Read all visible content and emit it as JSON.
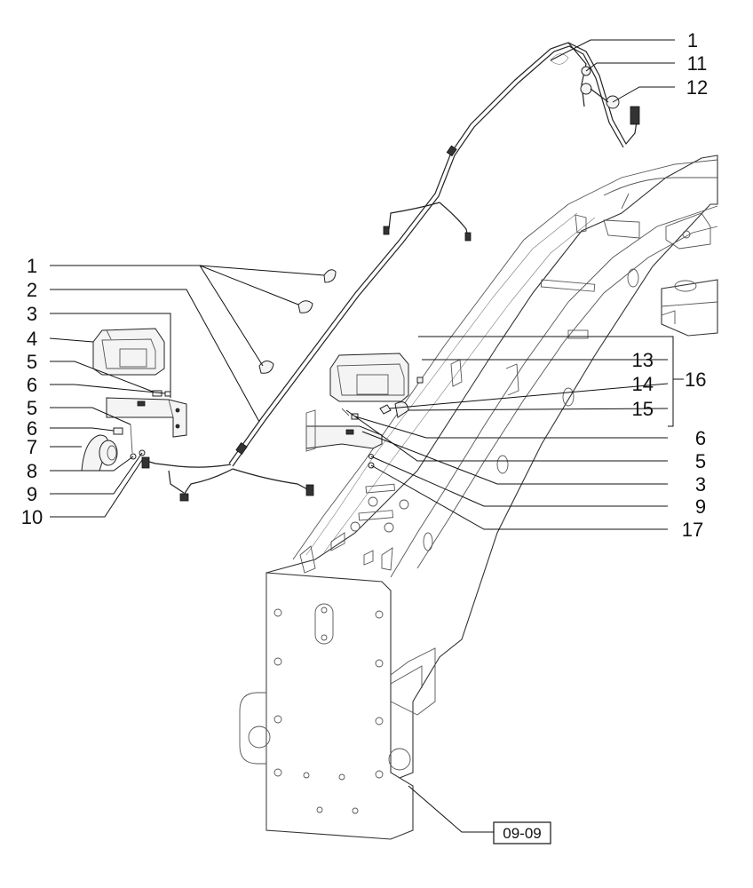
{
  "callouts": {
    "left": [
      "1",
      "2",
      "3",
      "4",
      "5",
      "6",
      "5",
      "6",
      "7",
      "8",
      "9",
      "10"
    ],
    "right": [
      "13",
      "14",
      "15",
      "6",
      "5",
      "3",
      "9",
      "17"
    ],
    "group_label": "16",
    "top": [
      "1",
      "11",
      "12"
    ]
  },
  "reference": "09-09"
}
